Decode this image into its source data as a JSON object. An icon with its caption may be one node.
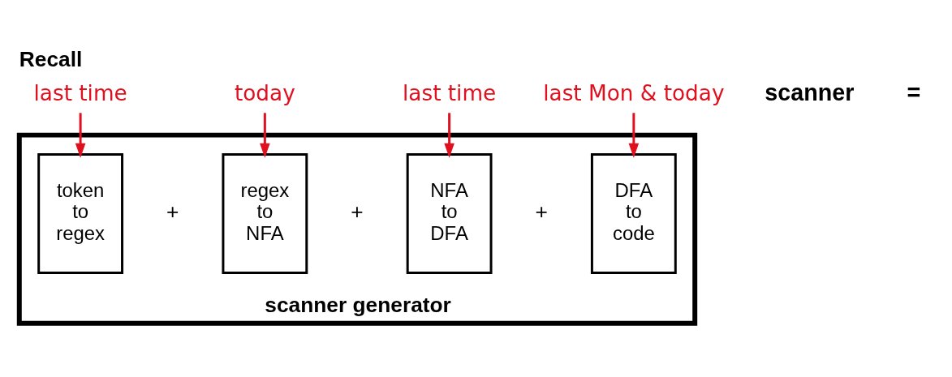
{
  "diagram": {
    "title": "Recall",
    "nodes": [
      {
        "text": [
          "scanner generator"
        ]
      },
      {
        "text": [
          "token to regex"
        ],
        "in": 0
      },
      {
        "text": [
          "regex to NFA"
        ],
        "in": 0
      },
      {
        "text": [
          "NFA to DFA"
        ],
        "in": 0
      },
      {
        "text": [
          "DFA to code"
        ],
        "in": 0
      },
      {
        "text": [
          "last time"
        ]
      },
      {
        "text": [
          "today"
        ]
      },
      {
        "text": [
          "last time"
        ]
      },
      {
        "text": [
          "last Mon & today"
        ]
      }
    ],
    "edges": [
      {
        "from": 5,
        "to": 1,
        "arrow": "to",
        "color": "#e0101e"
      },
      {
        "from": 6,
        "to": 2,
        "arrow": "to",
        "color": "#e0101e"
      },
      {
        "from": 7,
        "to": 3,
        "arrow": "to",
        "color": "#e0101e"
      },
      {
        "from": 8,
        "to": 4,
        "arrow": "to",
        "color": "#e0101e"
      }
    ],
    "labels": [
      "scanner",
      "=",
      "+",
      "+",
      "+"
    ]
  }
}
